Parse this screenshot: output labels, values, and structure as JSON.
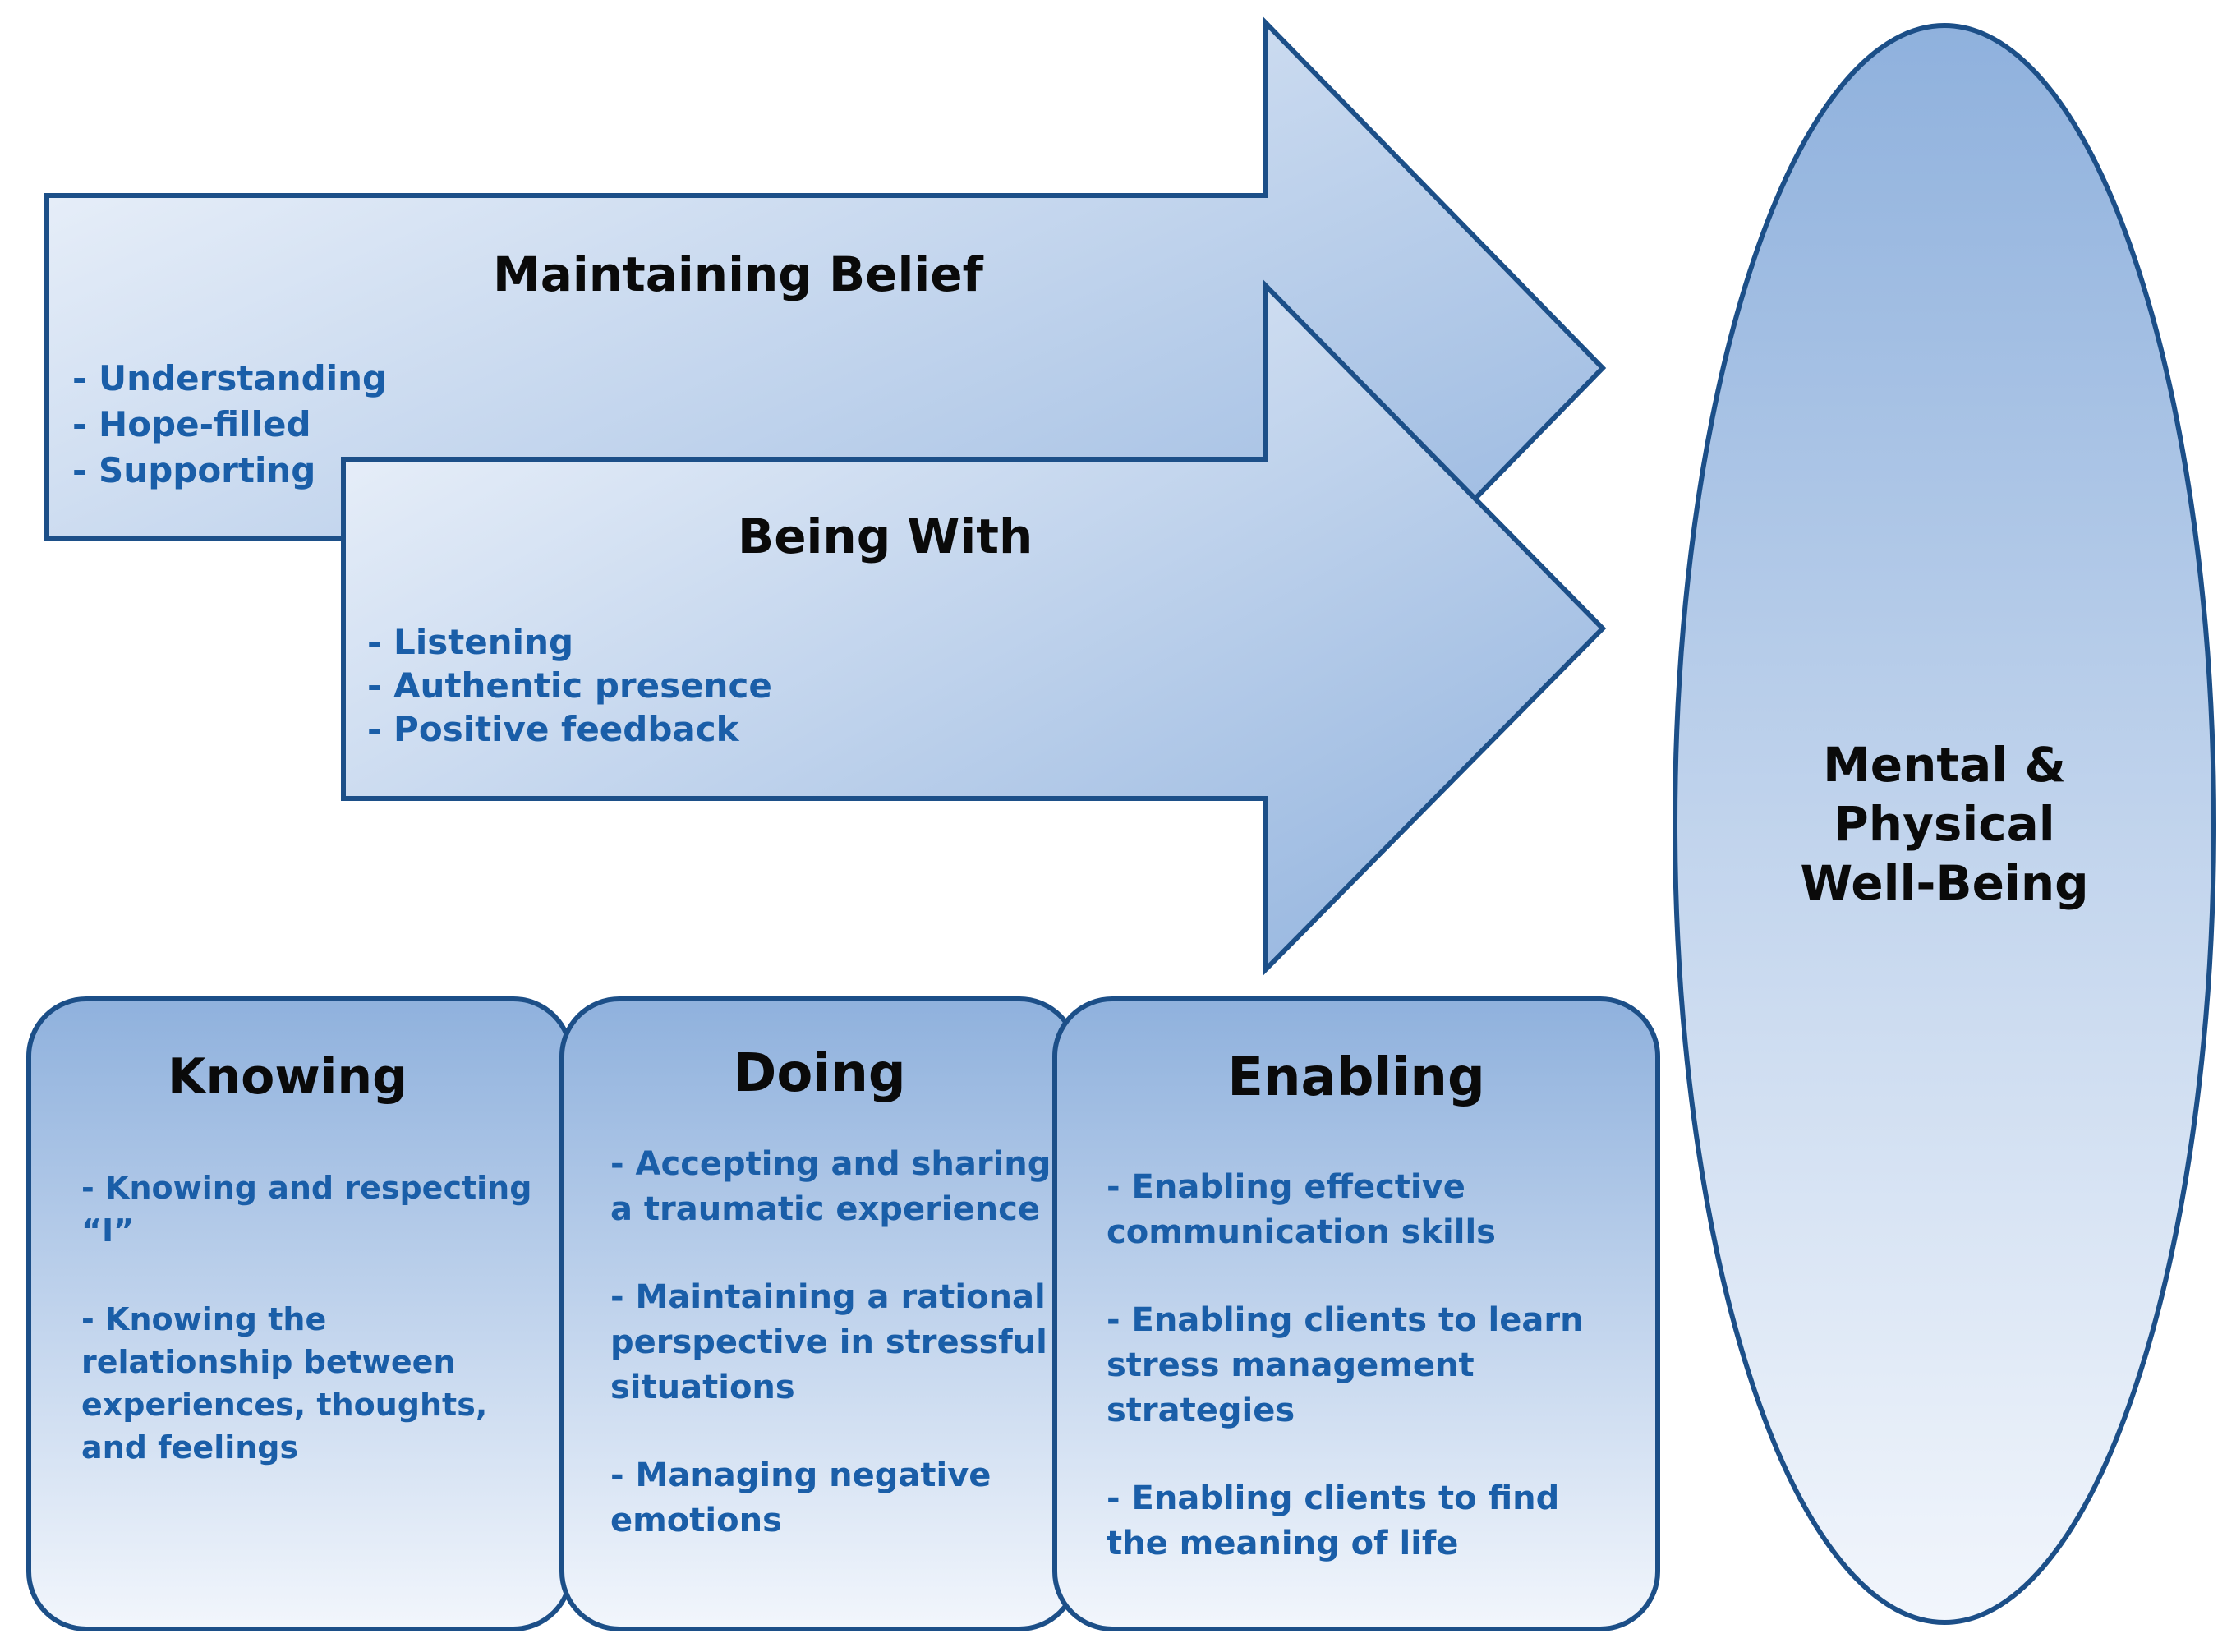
{
  "colors": {
    "fill_light": "#f2f6fc",
    "fill_dark": "#8fb1dd",
    "stroke": "#1c4f88",
    "title_text": "#0a0a0a",
    "item_text": "#1a5ea8"
  },
  "maintaining_belief": {
    "title": "Maintaining  Belief",
    "items": [
      "- Understanding",
      "- Hope-filled",
      "- Supporting"
    ]
  },
  "being_with": {
    "title": "Being With",
    "items": [
      "- Listening",
      "- Authentic presence",
      "- Positive feedback"
    ]
  },
  "knowing": {
    "title": "Knowing",
    "items": [
      "- Knowing  and  respecting\n“I”",
      "- Knowing  the\nrelationship  between\nexperiences,  thoughts,\nand feelings"
    ]
  },
  "doing": {
    "title": "Doing",
    "items": [
      "- Accepting and sharing\na traumatic experience",
      "- Maintaining a rational\nperspective in stressful\nsituations",
      "- Managing negative\nemotions"
    ]
  },
  "enabling": {
    "title": "Enabling",
    "items": [
      "- Enabling effective\ncommunication skills",
      "- Enabling clients to learn\nstress  management\nstrategies",
      "- Enabling clients to find\nthe meaning of life"
    ]
  },
  "outcome": {
    "title": "Mental &\nPhysical\nWell-Being"
  }
}
